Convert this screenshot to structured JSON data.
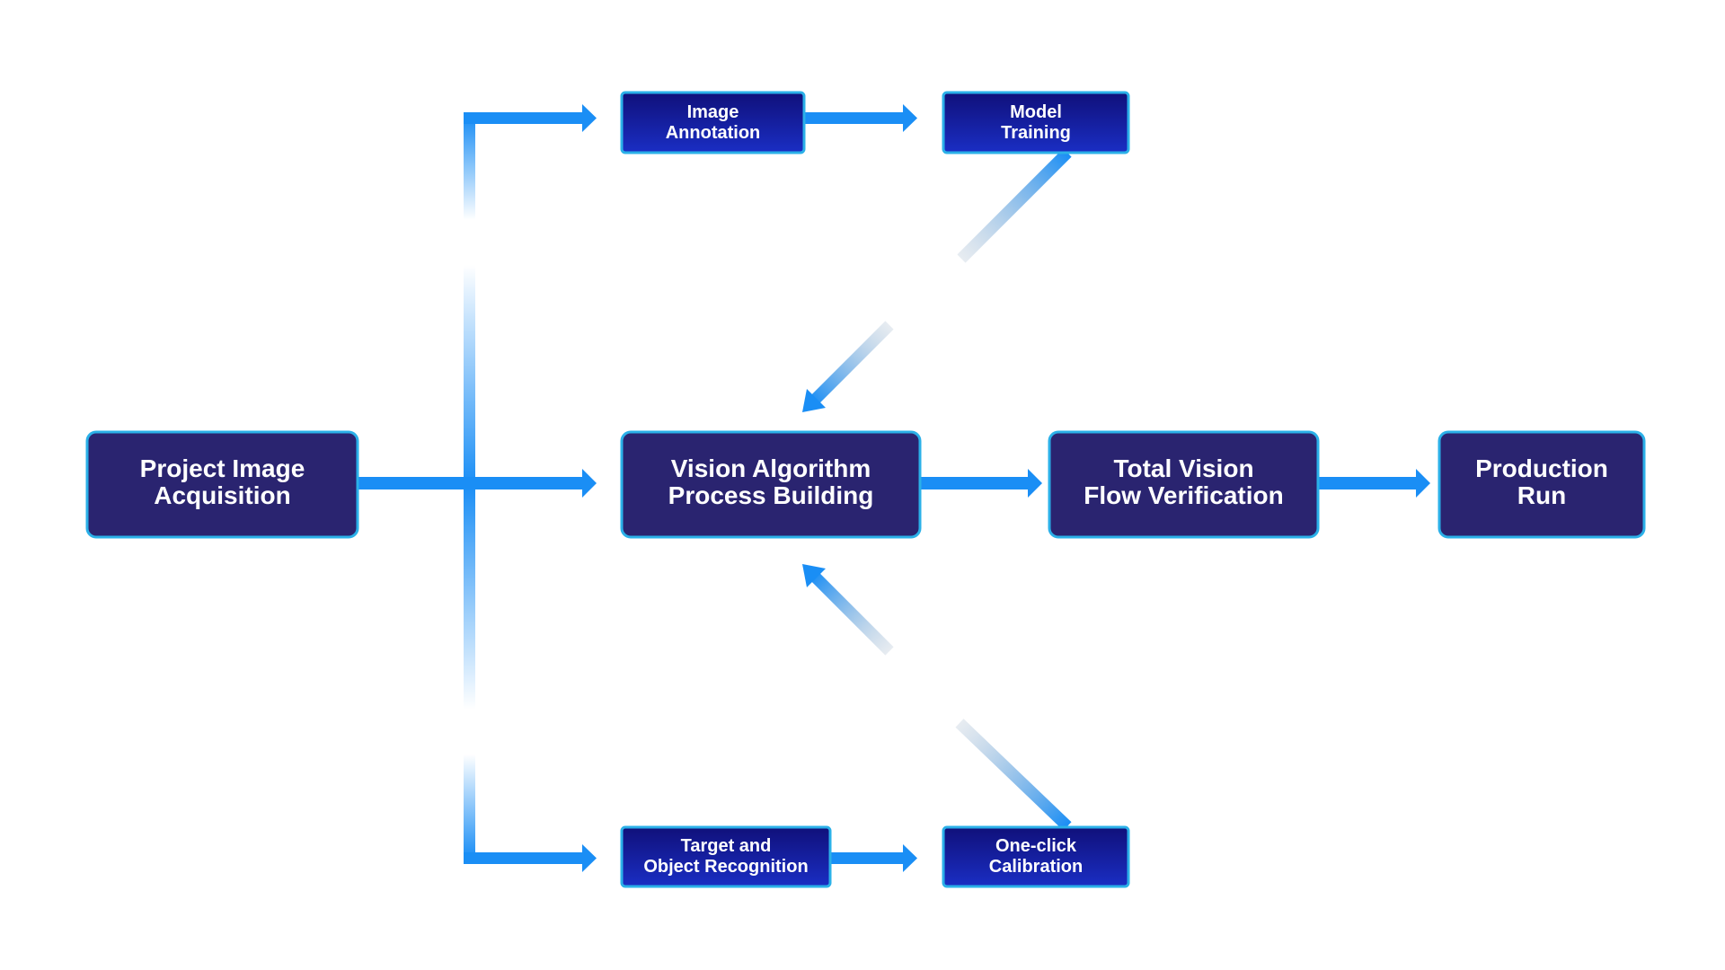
{
  "nodes": {
    "acquisition": {
      "lines": [
        "Project Image",
        "Acquisition"
      ]
    },
    "annotation": {
      "lines": [
        "Image",
        "Annotation"
      ]
    },
    "training": {
      "lines": [
        "Model",
        "Training"
      ]
    },
    "building": {
      "lines": [
        "Vision Algorithm",
        "Process Building"
      ]
    },
    "verification": {
      "lines": [
        "Total Vision",
        "Flow Verification"
      ]
    },
    "production": {
      "lines": [
        "Production",
        "Run"
      ]
    },
    "recognition": {
      "lines": [
        "Target and",
        "Object Recognition"
      ]
    },
    "calibration": {
      "lines": [
        "One-click",
        "Calibration"
      ]
    }
  },
  "colors": {
    "box_fill": "#2a2470",
    "box_fill_small_top": "#10107a",
    "box_fill_small_bottom": "#1a2ec4",
    "box_border": "#2bb0e8",
    "arrow": "#1a8ef5",
    "fade": "#e8ecf2",
    "text": "#ffffff"
  }
}
